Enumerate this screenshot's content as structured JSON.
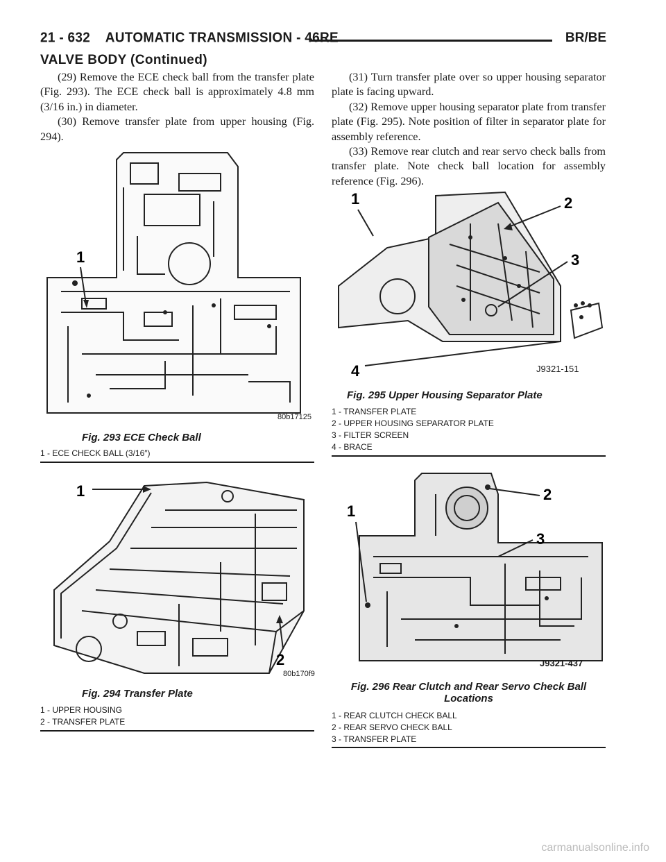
{
  "header": {
    "left": "21 - 632    AUTOMATIC TRANSMISSION - 46RE",
    "right": "BR/BE"
  },
  "section_title": "VALVE BODY (Continued)",
  "left_column": {
    "para1": "(29) Remove the ECE check ball from the transfer plate (Fig. 293). The ECE check ball is approximately 4.8 mm (3/16 in.) in diameter.",
    "para2": "(30) Remove transfer plate from upper housing (Fig. 294)."
  },
  "right_column": {
    "para1": "(31) Turn transfer plate over so upper housing separator plate is facing upward.",
    "para2": "(32) Remove upper housing separator plate from transfer plate (Fig. 295). Note position of filter in separator plate for assembly reference.",
    "para3": "(33) Remove rear clutch and rear servo check balls from transfer plate. Note check ball location for assembly reference (Fig. 296)."
  },
  "fig293": {
    "code": "80b17125",
    "caption": "Fig. 293 ECE Check Ball",
    "legend": [
      "1 - ECE CHECK BALL (3/16″)"
    ],
    "callouts": [
      "1"
    ]
  },
  "fig294": {
    "code": "80b170f9",
    "caption": "Fig. 294 Transfer Plate",
    "legend": [
      "1 - UPPER HOUSING",
      "2 - TRANSFER PLATE"
    ],
    "callouts": [
      "1",
      "2"
    ]
  },
  "fig295": {
    "code": "J9321-151",
    "caption": "Fig. 295 Upper Housing Separator Plate",
    "legend": [
      "1 - TRANSFER PLATE",
      "2 - UPPER HOUSING SEPARATOR PLATE",
      "3 - FILTER SCREEN",
      "4 - BRACE"
    ],
    "callouts": [
      "1",
      "2",
      "3",
      "4"
    ]
  },
  "fig296": {
    "code": "J9321-437",
    "caption_line1": "Fig. 296 Rear Clutch and Rear Servo Check Ball",
    "caption_line2": "Locations",
    "legend": [
      "1 - REAR CLUTCH CHECK BALL",
      "2 - REAR SERVO CHECK BALL",
      "3 - TRANSFER PLATE"
    ],
    "callouts": [
      "1",
      "2",
      "3"
    ]
  },
  "watermark": "carmanualsonline.info"
}
